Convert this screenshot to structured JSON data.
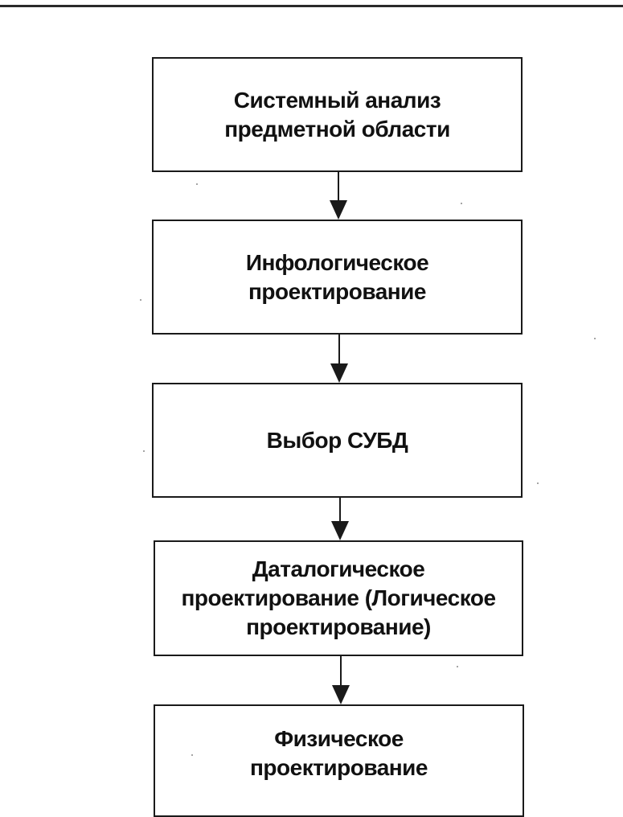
{
  "diagram": {
    "stages": [
      {
        "id": "system-analysis",
        "label": "Системный анализ\nпредметной области"
      },
      {
        "id": "infological-design",
        "label": "Инфологическое\nпроектирование"
      },
      {
        "id": "dbms-selection",
        "label": "Выбор СУБД"
      },
      {
        "id": "datalogical-design",
        "label": "Даталогическое\nпроектирование (Логическое\nпроектирование)"
      },
      {
        "id": "physical-design",
        "label": "Физическое\nпроектирование"
      }
    ],
    "connector": "arrow-down"
  },
  "colors": {
    "line": "#1a1a1a",
    "text": "#111111",
    "background": "#ffffff"
  }
}
